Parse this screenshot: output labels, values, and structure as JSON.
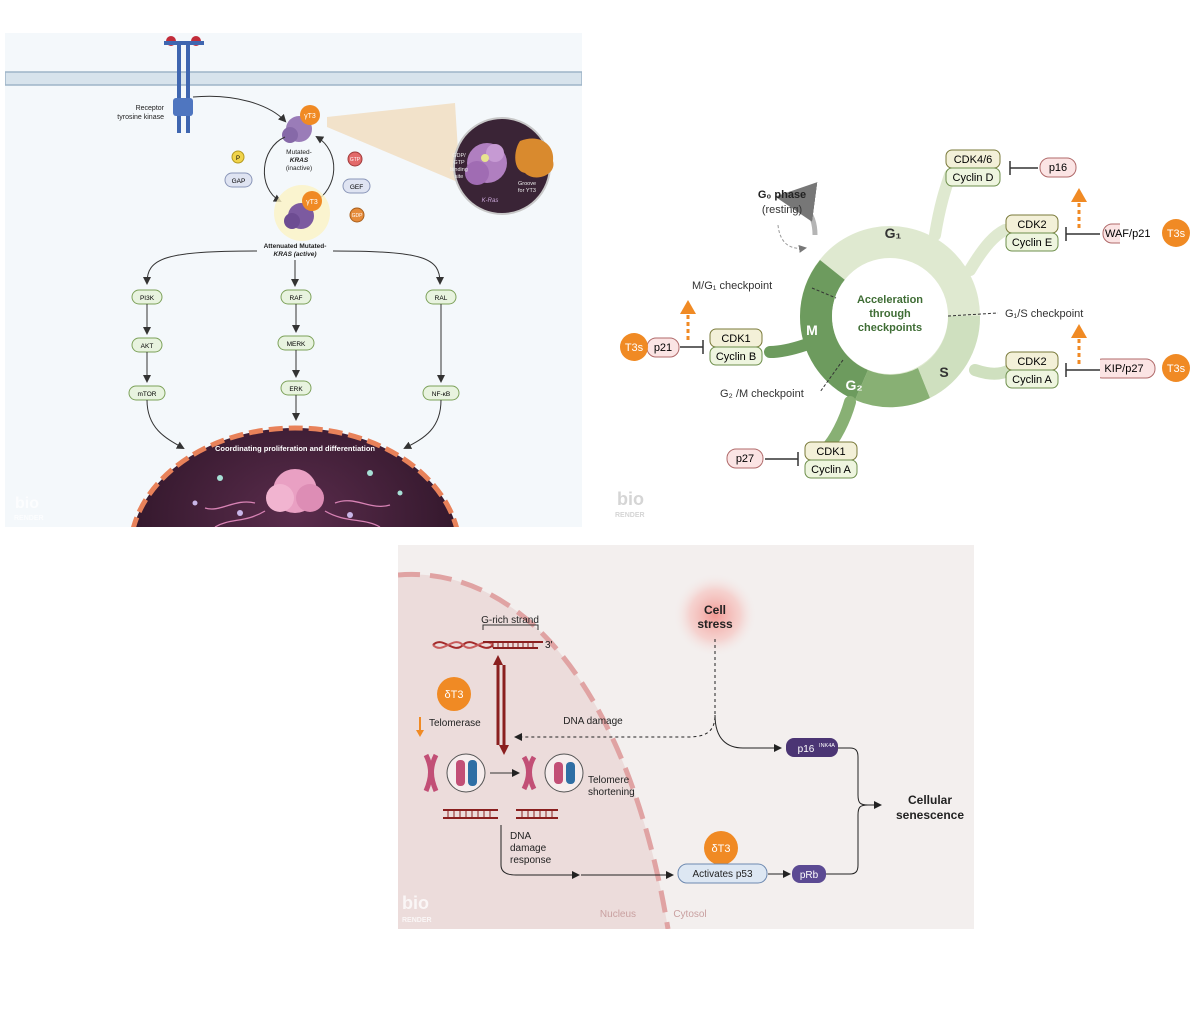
{
  "panel_a": {
    "receptor_label": "Receptor\ntyrosine kinase",
    "yt3": "γT3",
    "kras_inactive": "Mutated-\nKRAS\n(inactive)",
    "p": "P",
    "gap": "GAP",
    "gtp": "GTP",
    "gef": "GEF",
    "gdp": "GDP",
    "binding_site": "GDP/\nGTP\nbinding\nsite",
    "groove": "Groove\nfor YT3",
    "kras_name": "K-Ras",
    "attenuated": "Attenuated Mutated-\nKRAS (active)",
    "pathway_left": [
      "PI3K",
      "AKT",
      "mTOR"
    ],
    "pathway_mid": [
      "RAF",
      "MERK",
      "ERK"
    ],
    "pathway_right": [
      "RAL",
      "NF-κB"
    ],
    "nucleus_label": "Coordinating proliferation and differentiation",
    "watermark_top": "bio",
    "watermark_bottom": "RENDER"
  },
  "panel_b": {
    "g0_phase": "G₀ phase",
    "g0_resting": "(resting)",
    "g1": "G₁",
    "s": "S",
    "g2": "G₂",
    "m": "M",
    "center": "Acceleration\nthrough\ncheckpoints",
    "mg1_checkpoint": "M/G₁ checkpoint",
    "g1s_checkpoint": "G₁/S checkpoint",
    "g2m_checkpoint": "G₂ /M checkpoint",
    "cdk46": "CDK4/6",
    "cyclin_d": "Cyclin D",
    "p16": "p16",
    "cdk2_e": "CDK2",
    "cyclin_e": "Cyclin E",
    "waf_p21": "WAF/p21",
    "cdk2_a": "CDK2",
    "cyclin_a_s": "Cyclin A",
    "kip_p27": "KIP/p27",
    "cdk1_b": "CDK1",
    "cyclin_b": "Cyclin B",
    "p21": "p21",
    "cdk1_a": "CDK1",
    "cyclin_a_g2": "Cyclin A",
    "p27": "p27",
    "t3s": "T3s",
    "watermark_top": "bio",
    "watermark_bottom": "RENDER"
  },
  "panel_c": {
    "cell_stress": "Cell\nstress",
    "g_rich": "G-rich strand",
    "three_prime": "3'",
    "dt3": "δT3",
    "telomerase": "Telomerase",
    "dna_damage": "DNA damage",
    "telomere_shortening": "Telomere\nshortening",
    "ddr": "DNA\ndamage\nresponse",
    "activates_p53": "Activates p53",
    "p16ink4a_base": "p16",
    "p16ink4a_sup": "INK4A",
    "prb": "pRb",
    "senescence": "Cellular\nsenescence",
    "nucleus": "Nucleus",
    "cytosol": "Cytosol",
    "watermark_top": "bio",
    "watermark_bottom": "RENDER"
  },
  "colors": {
    "orange": "#f08a24",
    "green_box_fill": "#eef5df",
    "green_box_stroke": "#6e8f4c",
    "pink_box_fill": "#fbe4e4",
    "pink_box_stroke": "#b06a6a",
    "cycle_light": "#dfe9d0",
    "cycle_dark": "#6d9b5e",
    "nucleus_dark": "#3c1f33",
    "purple_box": "#4b3574"
  }
}
